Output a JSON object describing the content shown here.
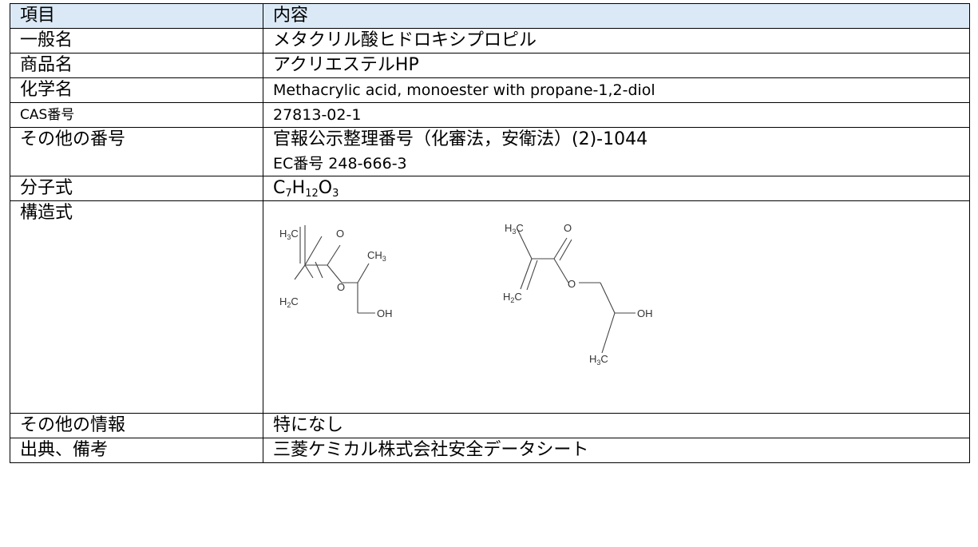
{
  "table": {
    "header": {
      "item": "項目",
      "content": "内容"
    },
    "rows": {
      "general_name": {
        "label": "一般名",
        "value": "メタクリル酸ヒドロキシプロピル"
      },
      "trade_name": {
        "label": "商品名",
        "value": "アクリエステルHP"
      },
      "chemical_name": {
        "label": "化学名",
        "value": "Methacrylic acid, monoester with propane-1,2-diol"
      },
      "cas_number": {
        "label": "CAS番号",
        "value": "27813-02-1"
      },
      "other_numbers": {
        "label": "その他の番号",
        "value_line1": "官報公示整理番号（化審法，安衛法）(2)-1044",
        "value_line2": "EC番号  248-666-3"
      },
      "molecular_formula": {
        "label": "分子式",
        "c": "C",
        "c_n": "7",
        "h": "H",
        "h_n": "12",
        "o": "O",
        "o_n": "3"
      },
      "structural_formula": {
        "label": "構造式",
        "atoms": {
          "h3c": "H",
          "h3c_sub": "3",
          "h3c_c": "C",
          "h2c": "H",
          "h2c_sub": "2",
          "h2c_c": "C",
          "o": "O",
          "ch3": "CH",
          "ch3_sub": "3",
          "oh": "OH"
        }
      },
      "other_info": {
        "label": "その他の情報",
        "value": "特になし"
      },
      "source": {
        "label": "出典、備考",
        "value": "三菱ケミカル株式会社安全データシート"
      }
    }
  }
}
